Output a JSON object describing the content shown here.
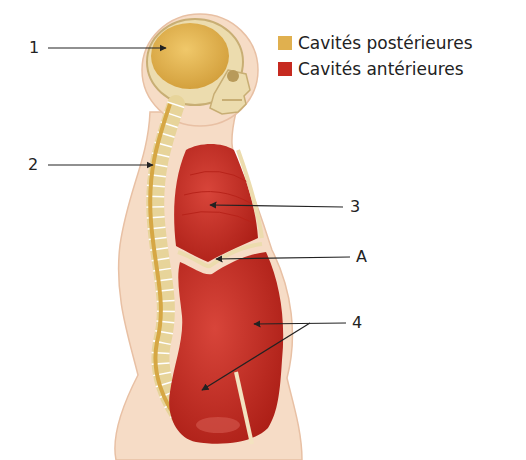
{
  "diagram": {
    "labels": [
      "1",
      "2",
      "3",
      "A",
      "4"
    ],
    "legend": [
      {
        "text": "Cavités postérieures",
        "color": "#e0b04f"
      },
      {
        "text": "Cavités antérieures",
        "color": "#c62a20"
      }
    ]
  }
}
